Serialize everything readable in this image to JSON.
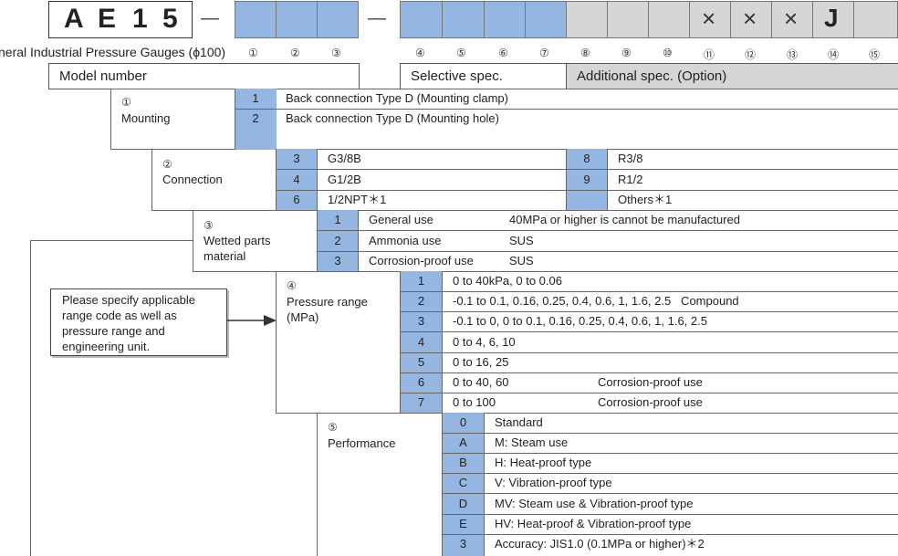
{
  "header": {
    "prefix_letters": [
      "A",
      "E",
      "1",
      "5"
    ],
    "dash": "—",
    "dash2": "—",
    "fixed_marks": [
      "×",
      "×",
      "×",
      "J"
    ],
    "series_title": "neral Industrial Pressure Gauges (ϕ100)",
    "position_numbers": [
      "①",
      "②",
      "③",
      "④",
      "⑤",
      "⑥",
      "⑦",
      "⑧",
      "⑨",
      "⑩",
      "⑪",
      "⑫",
      "⑬",
      "⑭",
      "⑮"
    ]
  },
  "legend": {
    "model_number": "Model number",
    "selective_spec": "Selective spec.",
    "additional_spec": "Additional spec. (Option)"
  },
  "mounting": {
    "number": "①",
    "label": "Mounting",
    "options": [
      {
        "code": "1",
        "desc": "Back connection  Type D (Mounting clamp)"
      },
      {
        "code": "2",
        "desc": "Back connection  Type D (Mounting hole)"
      }
    ]
  },
  "connection": {
    "number": "②",
    "label": "Connection",
    "left": [
      {
        "code": "3",
        "desc": "G3/8B"
      },
      {
        "code": "4",
        "desc": "G1/2B"
      },
      {
        "code": "6",
        "desc": "1/2NPT＊1"
      }
    ],
    "right": [
      {
        "code": "8",
        "desc": "R3/8"
      },
      {
        "code": "9",
        "desc": "R1/2"
      },
      {
        "code": "",
        "desc": "Others＊1"
      }
    ]
  },
  "wetted": {
    "number": "③",
    "label_line1": "Wetted parts",
    "label_line2": "material",
    "options": [
      {
        "code": "1",
        "use": "General use",
        "note": "40MPa or higher is cannot be manufactured"
      },
      {
        "code": "2",
        "use": "Ammonia use",
        "note": "SUS"
      },
      {
        "code": "3",
        "use": "Corrosion-proof use",
        "note": "SUS"
      }
    ]
  },
  "note_box": {
    "lines": [
      "Please specify applicable",
      "range code as well as",
      "pressure range and",
      "engineering unit."
    ]
  },
  "pressure": {
    "number": "④",
    "label_line1": "Pressure range",
    "label_line2": "(MPa)",
    "options": [
      {
        "code": "1",
        "range": "0 to 40kPa, 0 to 0.06",
        "extra": ""
      },
      {
        "code": "2",
        "range": "-0.1 to 0.1, 0.16, 0.25, 0.4, 0.6, 1, 1.6, 2.5   Compound",
        "extra": ""
      },
      {
        "code": "3",
        "range": "-0.1 to 0, 0 to 0.1, 0.16, 0.25, 0.4, 0.6, 1, 1.6, 2.5",
        "extra": ""
      },
      {
        "code": "4",
        "range": "0 to 4, 6, 10",
        "extra": ""
      },
      {
        "code": "5",
        "range": "0 to 16, 25",
        "extra": ""
      },
      {
        "code": "6",
        "range": "0 to 40, 60",
        "extra": "Corrosion-proof use"
      },
      {
        "code": "7",
        "range": "0 to 100",
        "extra": "Corrosion-proof use"
      }
    ]
  },
  "performance": {
    "number": "⑤",
    "label": "Performance",
    "options": [
      {
        "code": "0",
        "desc": "Standard"
      },
      {
        "code": "A",
        "desc": "M: Steam use"
      },
      {
        "code": "B",
        "desc": "H: Heat-proof type"
      },
      {
        "code": "C",
        "desc": "V: Vibration-proof type"
      },
      {
        "code": "D",
        "desc": "MV: Steam use & Vibration-proof type"
      },
      {
        "code": "E",
        "desc": "HV: Heat-proof & Vibration-proof type"
      },
      {
        "code": "3",
        "desc": "Accuracy: JIS1.0 (0.1MPa or higher)＊2"
      }
    ]
  },
  "colors": {
    "selective": "#95b6e0",
    "additional": "#d6d6d6",
    "line": "#555555"
  }
}
